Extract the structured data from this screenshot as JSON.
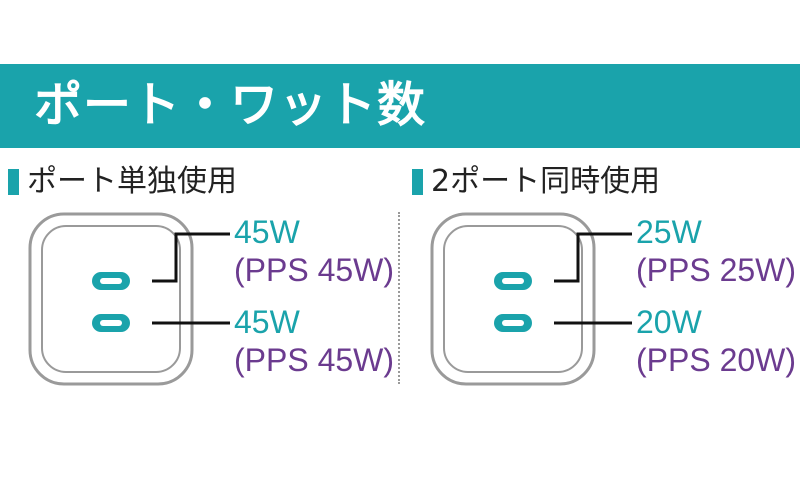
{
  "banner": {
    "title": "ポート・ワット数"
  },
  "sections": [
    {
      "title": "ポート単独使用",
      "ports": [
        {
          "watt": "45W",
          "pps": "(PPS 45W)"
        },
        {
          "watt": "45W",
          "pps": "(PPS 45W)"
        }
      ]
    },
    {
      "title": "2ポート同時使用",
      "ports": [
        {
          "watt": "25W",
          "pps": "(PPS 25W)"
        },
        {
          "watt": "20W",
          "pps": "(PPS 20W)"
        }
      ]
    }
  ],
  "colors": {
    "accent": "#1aa3ab",
    "pps": "#6b3b8f",
    "outline": "#9a9a9a"
  },
  "icons": [
    "usb-c-port-icon",
    "charger-outline"
  ]
}
